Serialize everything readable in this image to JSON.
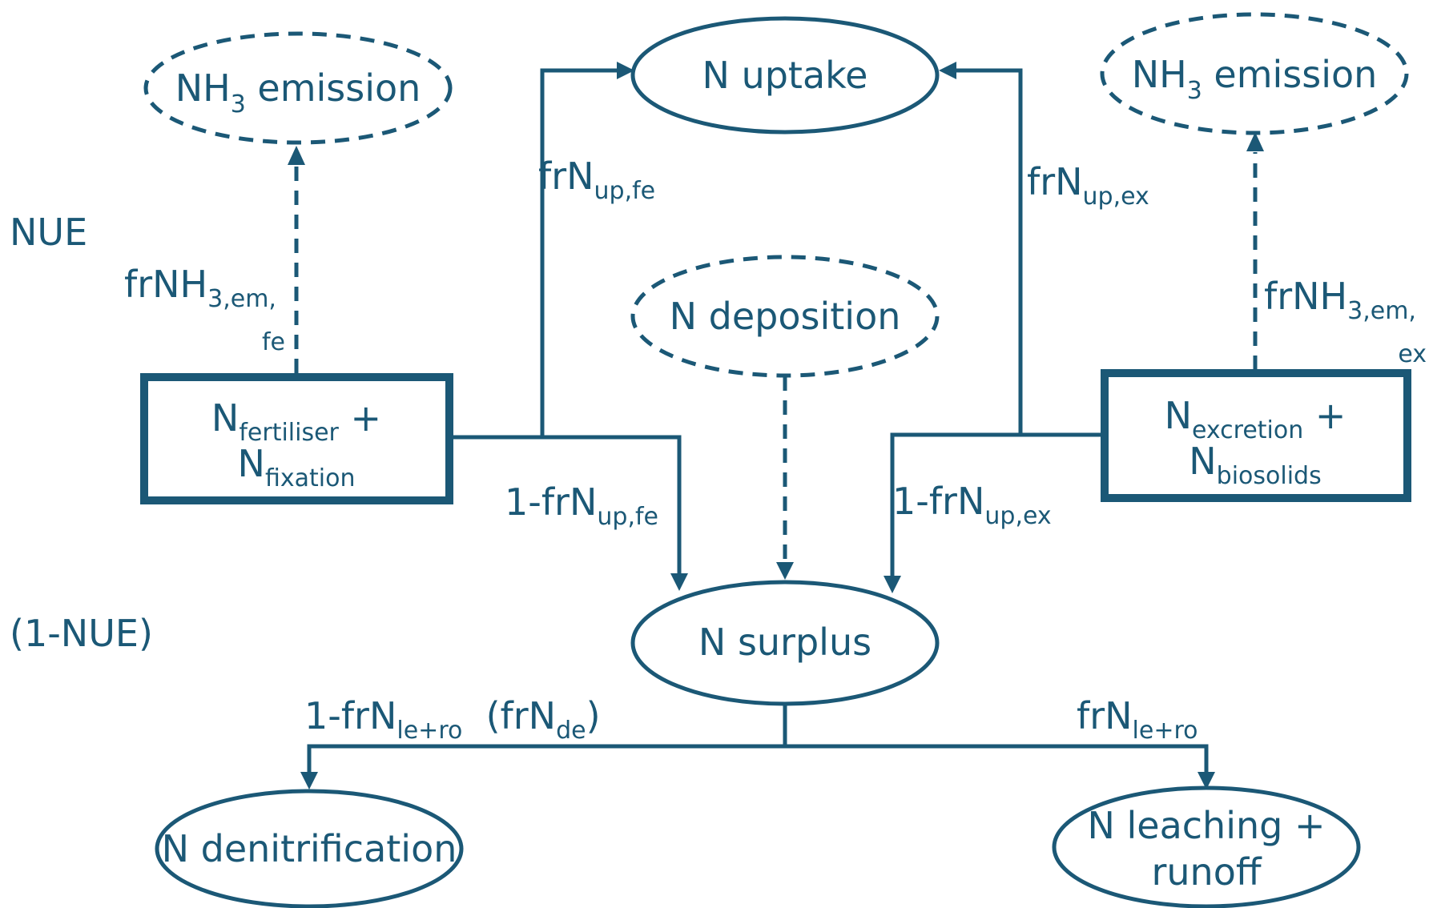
{
  "colors": {
    "primary": "#1b5876",
    "background": "#ffffff"
  },
  "side_labels": {
    "nue": "NUE",
    "one_minus_nue": "(1-NUE)"
  },
  "nodes": {
    "nh3_emission_left": {
      "base": "NH",
      "sub": "3",
      "rest": " emission"
    },
    "n_uptake": {
      "label": "N uptake"
    },
    "nh3_emission_right": {
      "base": "NH",
      "sub": "3",
      "rest": " emission"
    },
    "n_deposition": {
      "label": "N deposition"
    },
    "fertiliser_box": {
      "line1_base": "N",
      "line1_sub": "fertiliser",
      "line1_rest": " +",
      "line2_base": "N",
      "line2_sub": "fixation"
    },
    "excretion_box": {
      "line1_base": "N",
      "line1_sub": "excretion",
      "line1_rest": " +",
      "line2_base": "N",
      "line2_sub": "biosolids"
    },
    "n_surplus": {
      "label": "N surplus"
    },
    "n_denitrification": {
      "label": "N denitrification"
    },
    "n_leaching": {
      "line1": "N leaching +",
      "line2": "runoff"
    }
  },
  "edge_labels": {
    "frnh3_em_fe": {
      "base": "frNH",
      "sub": "3,em,",
      "cont": "fe"
    },
    "frn_up_fe": {
      "base": "frN",
      "sub": "up,fe"
    },
    "frn_up_ex": {
      "base": "frN",
      "sub": "up,ex"
    },
    "frnh3_em_ex": {
      "base": "frNH",
      "sub": "3,em,",
      "cont": "ex"
    },
    "one_minus_frn_up_fe": {
      "base": "1-frN",
      "sub": "up,fe"
    },
    "one_minus_frn_up_ex": {
      "base": "1-frN",
      "sub": "up,ex"
    },
    "one_minus_frn_le_ro": {
      "base": "1-frN",
      "sub": "le+ro",
      "paren_base": "  (frN",
      "paren_sub": "de",
      "paren_close": ")"
    },
    "frn_le_ro": {
      "base": "frN",
      "sub": "le+ro"
    }
  }
}
